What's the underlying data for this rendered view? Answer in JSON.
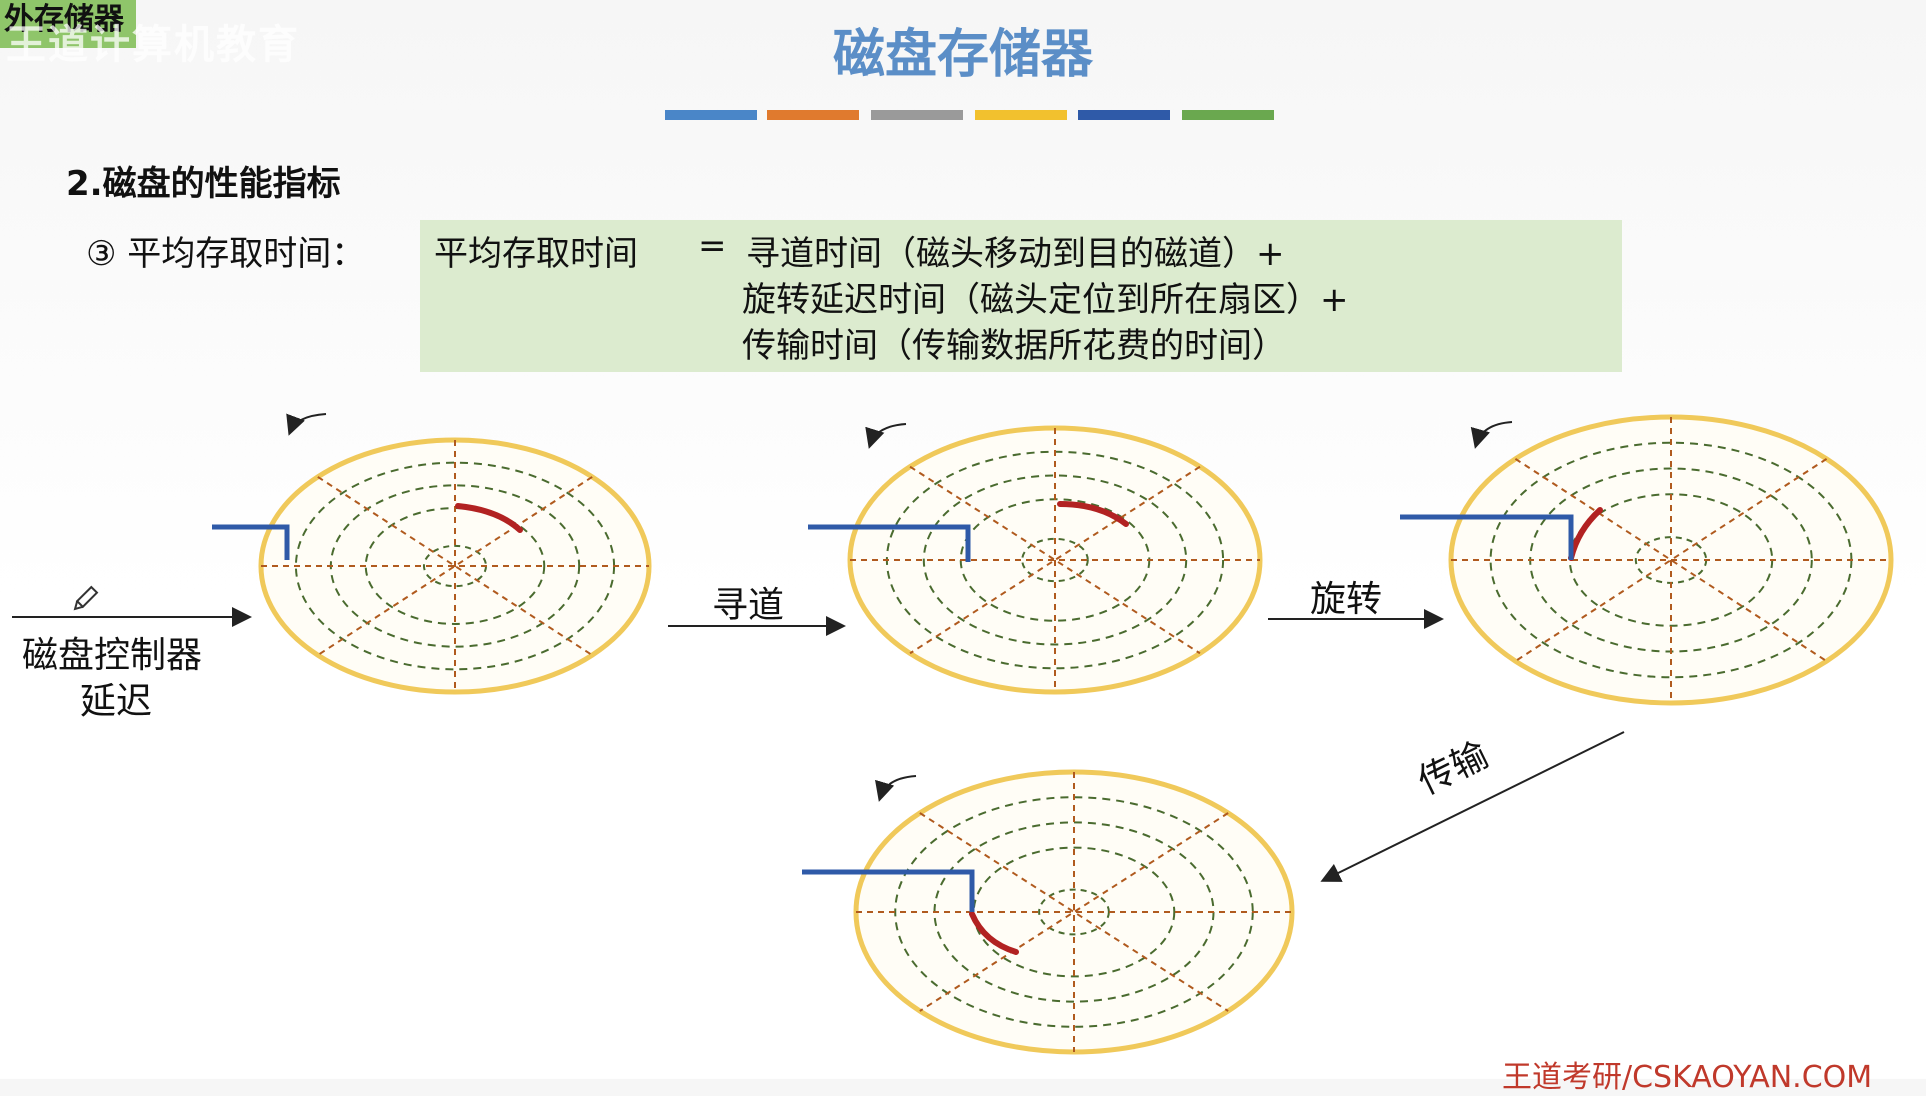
{
  "header": {
    "corner_label": "外存储器",
    "watermark": "王道计算机教育",
    "title": "磁盘存储器",
    "accent_bar_colors": [
      "#4a86c8",
      "#e07a2e",
      "#9a9a9a",
      "#f2c12e",
      "#2f5aa8",
      "#6aa84f"
    ]
  },
  "section": {
    "heading": "2.磁盘的性能指标",
    "item_label": "③ 平均存取时间："
  },
  "formula": {
    "lhs": "平均存取时间",
    "equals": "=",
    "lines": [
      "寻道时间（磁头移动到目的磁道）+",
      "旋转延迟时间（磁头定位到所在扇区）+",
      "传输时间（传输数据所花费的时间）"
    ]
  },
  "flow": {
    "controller_delay_line1": "磁盘控制器",
    "controller_delay_line2": "延迟",
    "seek": "寻道",
    "rotate": "旋转",
    "transfer": "传输"
  },
  "footer": {
    "site": "王道考研/CSKAOYAN.COM"
  },
  "colors": {
    "disk_rim": "#f0c95a",
    "disk_fill": "#fffdf6",
    "track_dash": "#4a6b2f",
    "radial_dash": "#b05a1e",
    "head_arm": "#2f5aa8",
    "sector_highlight": "#b22222"
  }
}
